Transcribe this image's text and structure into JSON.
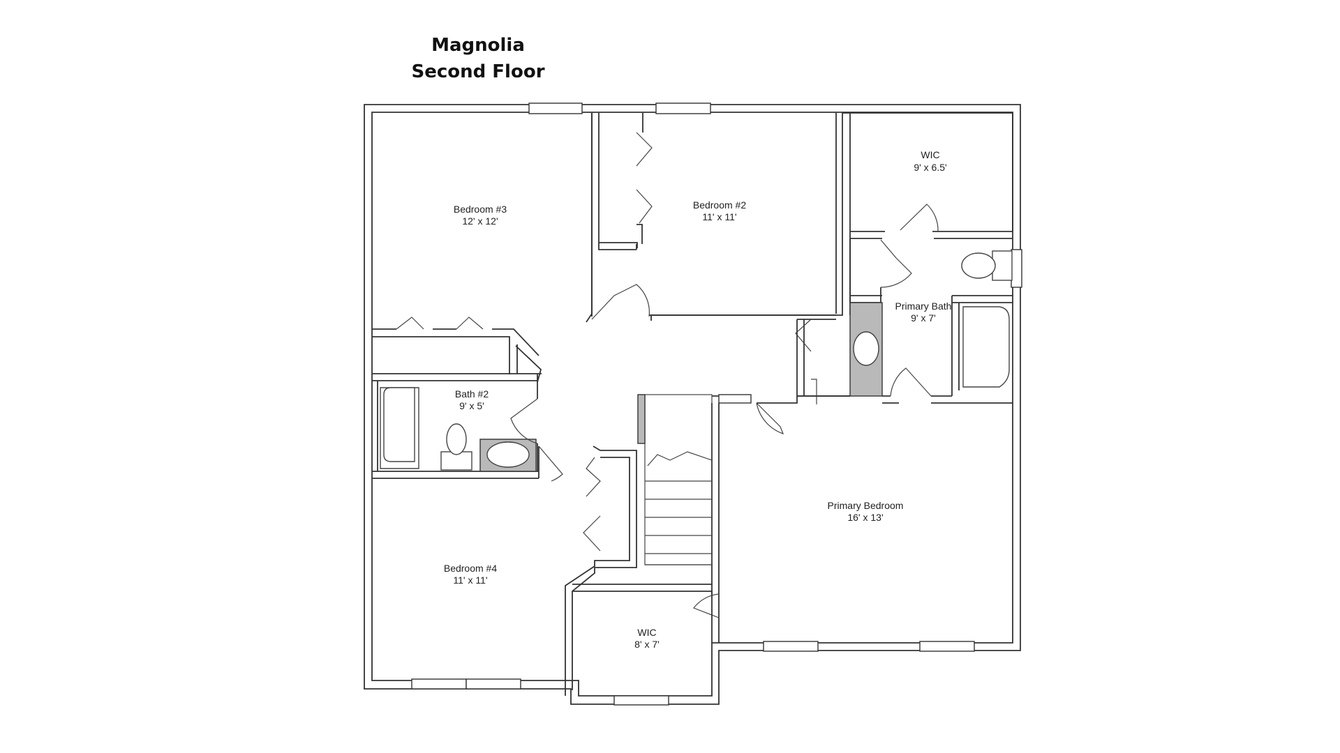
{
  "title": {
    "line1": "Magnolia",
    "line2": "Second Floor"
  },
  "rooms": {
    "bedroom3": {
      "name": "Bedroom #3",
      "size": "12' x 12'"
    },
    "bedroom2": {
      "name": "Bedroom #2",
      "size": "11' x 11'"
    },
    "wic_primary": {
      "name": "WIC",
      "size": "9' x 6.5'"
    },
    "primary_bath": {
      "name": "Primary Bath",
      "size": "9' x 7'"
    },
    "bath2": {
      "name": "Bath #2",
      "size": "9' x 5'"
    },
    "primary_bedroom": {
      "name": "Primary Bedroom",
      "size": "16' x 13'"
    },
    "bedroom4": {
      "name": "Bedroom #4",
      "size": "11' x 11'"
    },
    "wic_lower": {
      "name": "WIC",
      "size": "8' x 7'"
    }
  }
}
